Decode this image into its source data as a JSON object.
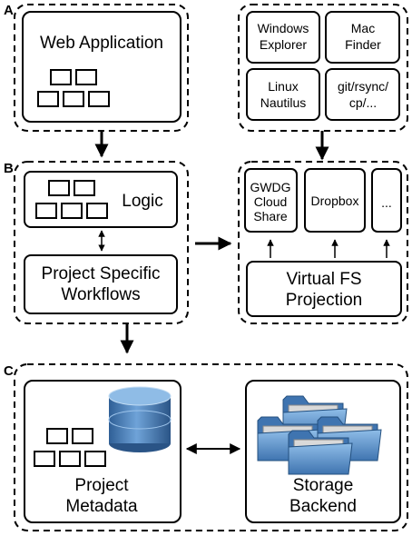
{
  "panels": {
    "a": "A",
    "b": "B",
    "c": "C"
  },
  "web_application": {
    "title": "Web Application"
  },
  "clients": {
    "windows_explorer": [
      "Windows",
      "Explorer"
    ],
    "mac_finder": [
      "Mac",
      "Finder"
    ],
    "linux_nautilus": [
      "Linux",
      "Nautilus"
    ],
    "git_rsync": [
      "git/rsync/",
      "cp/..."
    ]
  },
  "logic": {
    "title": "Logic"
  },
  "workflows": {
    "title": [
      "Project Specific",
      "Workflows"
    ]
  },
  "virtual_fs": {
    "gwdg": [
      "GWDG",
      "Cloud",
      "Share"
    ],
    "dropbox": "Dropbox",
    "more": "...",
    "projection": [
      "Virtual FS",
      "Projection"
    ]
  },
  "metadata": {
    "title": [
      "Project",
      "Metadata"
    ]
  },
  "storage": {
    "title": [
      "Storage",
      "Backend"
    ]
  },
  "colors": {
    "stroke": "#000000",
    "db_blue": "#5b8fc4",
    "folder_blue": "#6a9fd6"
  }
}
